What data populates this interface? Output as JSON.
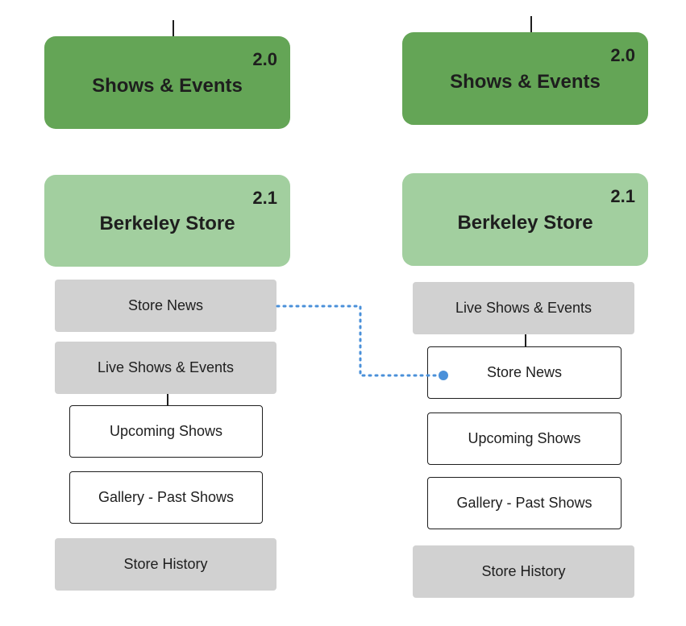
{
  "left": {
    "section": {
      "number": "2.0",
      "title": "Shows & Events"
    },
    "subsection": {
      "number": "2.1",
      "title": "Berkeley Store"
    },
    "items": {
      "store_news": "Store News",
      "live_shows": "Live Shows & Events",
      "upcoming_shows": "Upcoming Shows",
      "gallery_past_shows": "Gallery - Past Shows",
      "store_history": "Store History"
    }
  },
  "right": {
    "section": {
      "number": "2.0",
      "title": "Shows & Events"
    },
    "subsection": {
      "number": "2.1",
      "title": "Berkeley Store"
    },
    "items": {
      "live_shows": "Live Shows & Events",
      "store_news": "Store News",
      "upcoming_shows": "Upcoming Shows",
      "gallery_past_shows": "Gallery - Past Shows",
      "store_history": "Store History"
    }
  },
  "colors": {
    "section": "#64a556",
    "subsection": "#a2cf9f",
    "page_box": "#d1d1d1",
    "connector": "#4a90d9"
  }
}
